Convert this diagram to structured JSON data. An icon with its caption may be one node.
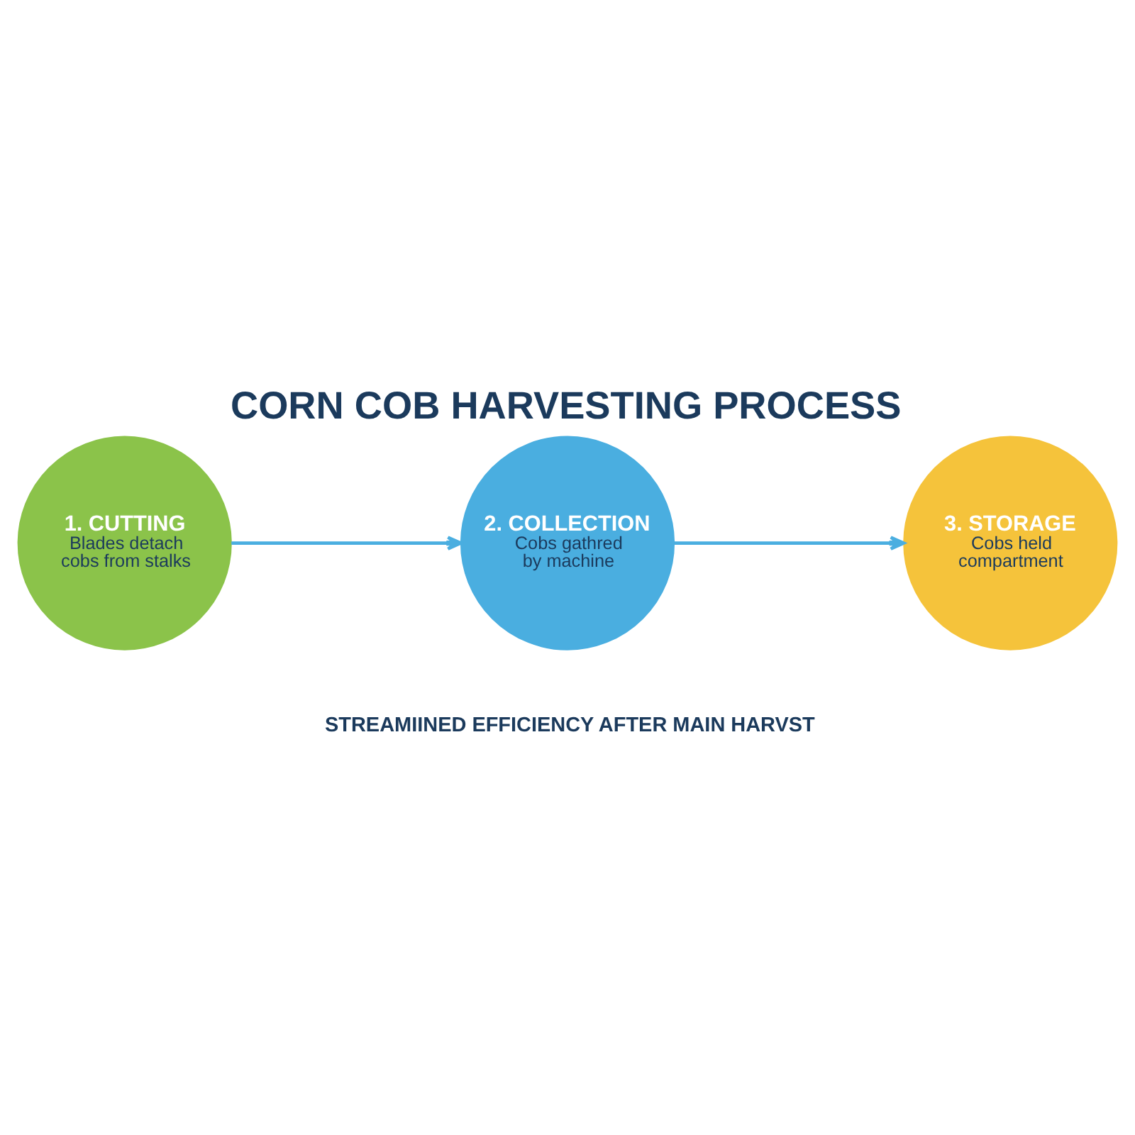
{
  "diagram": {
    "title": "CORN COB HARVESTING PROCESS",
    "caption": "STREAMIINED EFFICIENCY AFTER MAIN HARVST",
    "nodes": [
      {
        "text": [
          "1. CUTTING",
          "Blades detach cobs from stalks"
        ]
      },
      {
        "text": [
          "2. COLLECTION",
          "Cobs gathred by machine"
        ]
      },
      {
        "text": [
          "3. STORAGE",
          "Cobs held compartment"
        ]
      }
    ],
    "edges": [
      {
        "from": 0,
        "to": 1,
        "arrow": "to"
      },
      {
        "from": 1,
        "to": 2,
        "arrow": "to"
      }
    ]
  }
}
